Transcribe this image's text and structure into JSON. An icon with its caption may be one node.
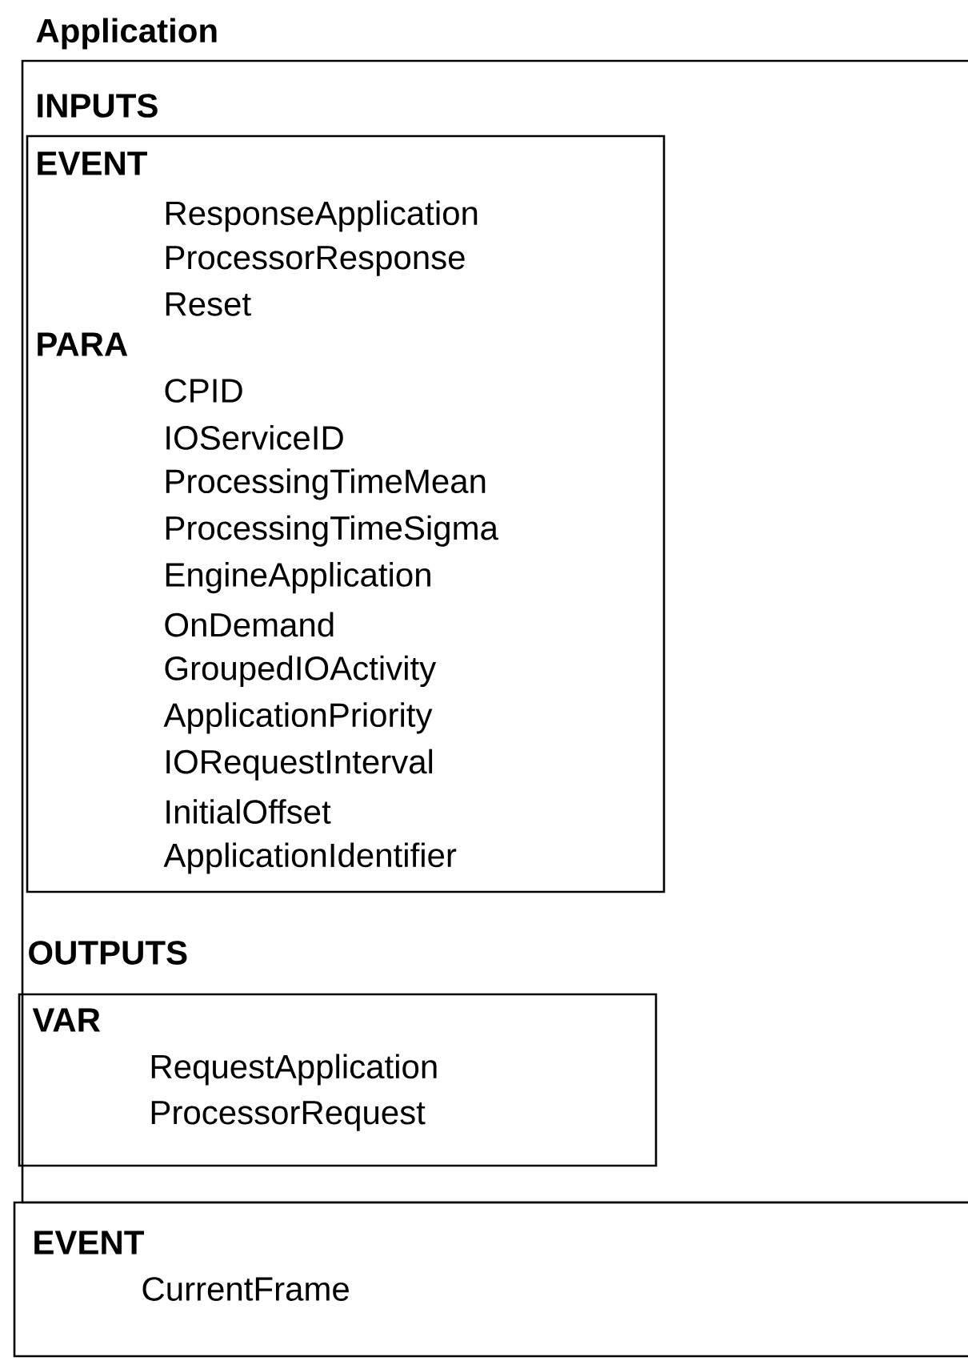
{
  "diagram": {
    "title": "Application",
    "nodes": [
      {
        "text": [
          "INPUTS",
          "OUTPUTS"
        ]
      },
      {
        "text": [
          "EVENT",
          "ResponseApplication",
          "ProcessorResponse",
          "Reset",
          "PARA",
          "CPID",
          "IOServiceID",
          "ProcessingTimeMean",
          "ProcessingTimeSigma",
          "EngineApplication",
          "OnDemand",
          "GroupedIOActivity",
          "ApplicationPriority",
          "IORequestInterval",
          "InitialOffset",
          "ApplicationIdentifier"
        ],
        "in": 0
      },
      {
        "text": [
          "VAR",
          "RequestApplication",
          "ProcessorRequest"
        ],
        "in": 0
      },
      {
        "text": [
          "EVENT",
          "CurrentFrame"
        ]
      }
    ]
  }
}
